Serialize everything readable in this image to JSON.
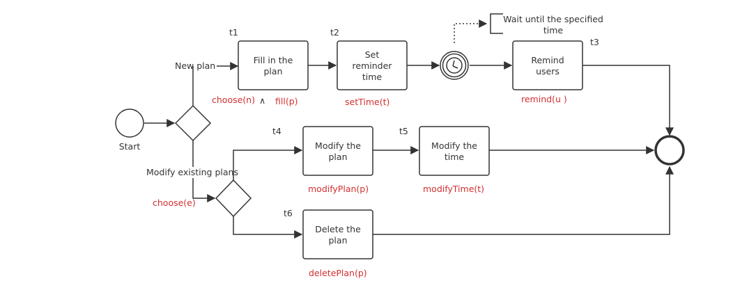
{
  "nodes": {
    "start_label": "Start",
    "fill_plan": [
      "Fill in the",
      "plan"
    ],
    "set_reminder": [
      "Set",
      "reminder",
      "time"
    ],
    "remind_users": [
      "Remind",
      "users"
    ],
    "modify_plan": [
      "Modify the",
      "plan"
    ],
    "modify_time": [
      "Modify the",
      "time"
    ],
    "delete_plan": [
      "Delete the",
      "plan"
    ]
  },
  "transitions": {
    "t1": "t1",
    "t2": "t2",
    "t3": "t3",
    "t4": "t4",
    "t5": "t5",
    "t6": "t6"
  },
  "edge_labels": {
    "new_plan": "New plan",
    "modify_existing": "Modify existing plans"
  },
  "annotation": {
    "wait": [
      "Wait until the specified",
      "time"
    ]
  },
  "functions": {
    "choose_n": "choose(n)",
    "and_symbol": "∧",
    "fill_p": "fill(p)",
    "set_time": "setTime(t)",
    "remind": "remind(u )",
    "choose_e": "choose(e)",
    "modify_plan": "modifyPlan(p)",
    "modify_time": "modifyTime(t)",
    "delete_plan": "deletePlan(p)"
  },
  "colors": {
    "stroke": "#333333",
    "function_text": "#d32f2f"
  }
}
